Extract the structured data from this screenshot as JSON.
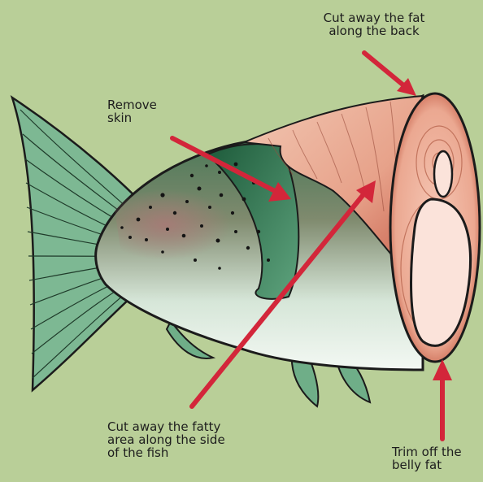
{
  "labels": {
    "back": "Cut away the fat\nalong the back",
    "skin": "Remove\nskin",
    "side": "Cut away the fatty\narea along the side\nof the fish",
    "belly": "Trim off the\nbelly fat"
  },
  "colors": {
    "background": "#b9cf98",
    "arrow": "#d3263a",
    "flesh": "#f0b9a5",
    "skin_dark": "#3f7d5b",
    "fin": "#6fae88"
  }
}
